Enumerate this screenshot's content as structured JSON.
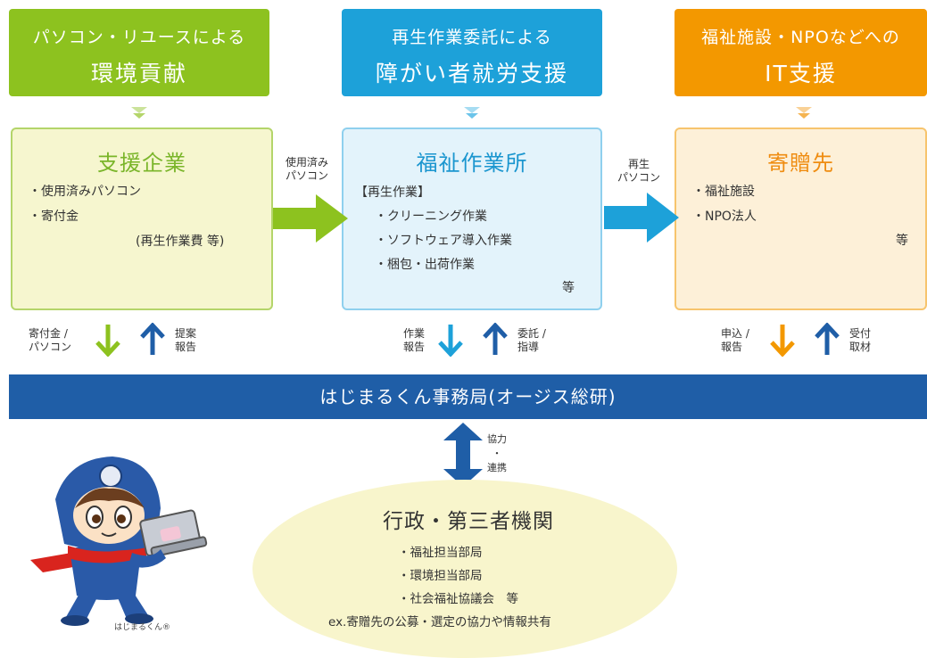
{
  "headers": [
    {
      "sub": "パソコン・リユースによる",
      "main": "環境貢献",
      "color": "#8dc21f"
    },
    {
      "sub": "再生作業委託による",
      "main": "障がい者就労支援",
      "color": "#1da1d9"
    },
    {
      "sub": "福祉施設・NPOなどへの",
      "main": "IT支援",
      "color": "#f39800"
    }
  ],
  "boxes": {
    "supporter": {
      "title": "支援企業",
      "items": [
        "・使用済みパソコン",
        "・寄付金"
      ],
      "note": "(再生作業費 等)"
    },
    "workshop": {
      "title": "福祉作業所",
      "section": "【再生作業】",
      "items": [
        "・クリーニング作業",
        "・ソフトウェア導入作業",
        "・梱包・出荷作業"
      ],
      "etc": "等"
    },
    "recipient": {
      "title": "寄贈先",
      "items": [
        "・福祉施設",
        "・NPO法人"
      ],
      "etc": "等"
    }
  },
  "flows": {
    "arrow1_label": [
      "使用済み",
      "パソコン"
    ],
    "arrow2_label": [
      "再生",
      "パソコン"
    ],
    "pair1": {
      "down": [
        "寄付金 /",
        "パソコン"
      ],
      "up": [
        "提案",
        "報告"
      ]
    },
    "pair2": {
      "down": [
        "作業",
        "報告"
      ],
      "up": [
        "委託 /",
        "指導"
      ]
    },
    "pair3": {
      "down": [
        "申込 /",
        "報告"
      ],
      "up": [
        "受付",
        "取材"
      ]
    }
  },
  "bar": {
    "label": "はじまるくん事務局(オージス総研)"
  },
  "cooperation": {
    "label": [
      "協力",
      "・",
      "連携"
    ]
  },
  "government": {
    "title": "行政・第三者機関",
    "items": [
      "・福祉担当部局",
      "・環境担当部局",
      "・社会福祉協議会　等"
    ],
    "example": "ex.寄贈先の公募・選定の協力や情報共有"
  },
  "mascot": {
    "name": "はじまるくん®"
  },
  "colors": {
    "green": "#8dc21f",
    "blue": "#1da1d9",
    "orange": "#f39800",
    "navy": "#1f5ea7"
  }
}
